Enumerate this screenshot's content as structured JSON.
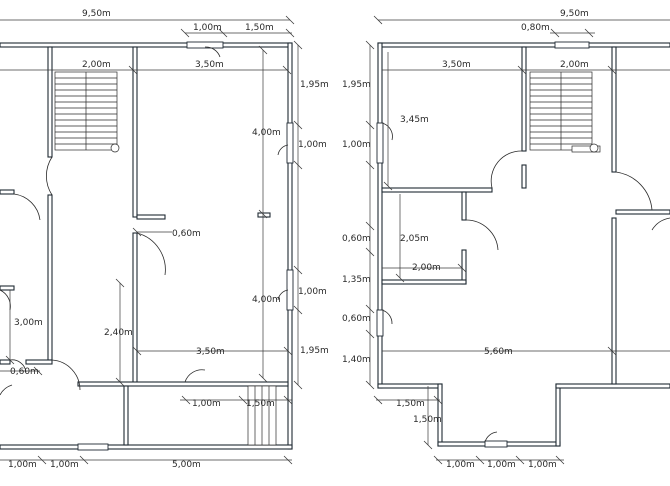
{
  "plan_left": {
    "dims": {
      "top_total": "9,50m",
      "top_a": "1,00m",
      "top_b": "1,50m",
      "room_top_a": "2,00m",
      "room_top_b": "3,50m",
      "right_a": "1,95m",
      "right_b": "1,00m",
      "right_c": "1,00m",
      "right_d": "1,95m",
      "inner_v_top": "4,00m",
      "inner_v_bottom": "4,00m",
      "door_w": "0,60m",
      "mid_v": "3,00m",
      "mid_v2": "2,40m",
      "mid_h": "3,50m",
      "small_w": "0,60m",
      "bottom_a": "1,00m",
      "bottom_b": "1,50m",
      "base_a": "1,00m",
      "base_b": "1,00m",
      "base_c": "5,00m"
    }
  },
  "plan_right": {
    "dims": {
      "top_total": "9,50m",
      "window_w": "0,80m",
      "room_top_a": "3,50m",
      "room_top_b": "2,00m",
      "left_a": "1,95m",
      "left_b": "1,00m",
      "left_c": "0,60m",
      "left_d": "1,35m",
      "left_e": "0,60m",
      "left_f": "1,40m",
      "inner_v": "3,45m",
      "inner_v2": "2,05m",
      "inner_h": "2,00m",
      "mid_h": "5,60m",
      "bottom_a": "1,50m",
      "bottom_v": "1,50m",
      "base_a": "1,00m",
      "base_b": "1,00m",
      "base_c": "1,00m"
    }
  }
}
